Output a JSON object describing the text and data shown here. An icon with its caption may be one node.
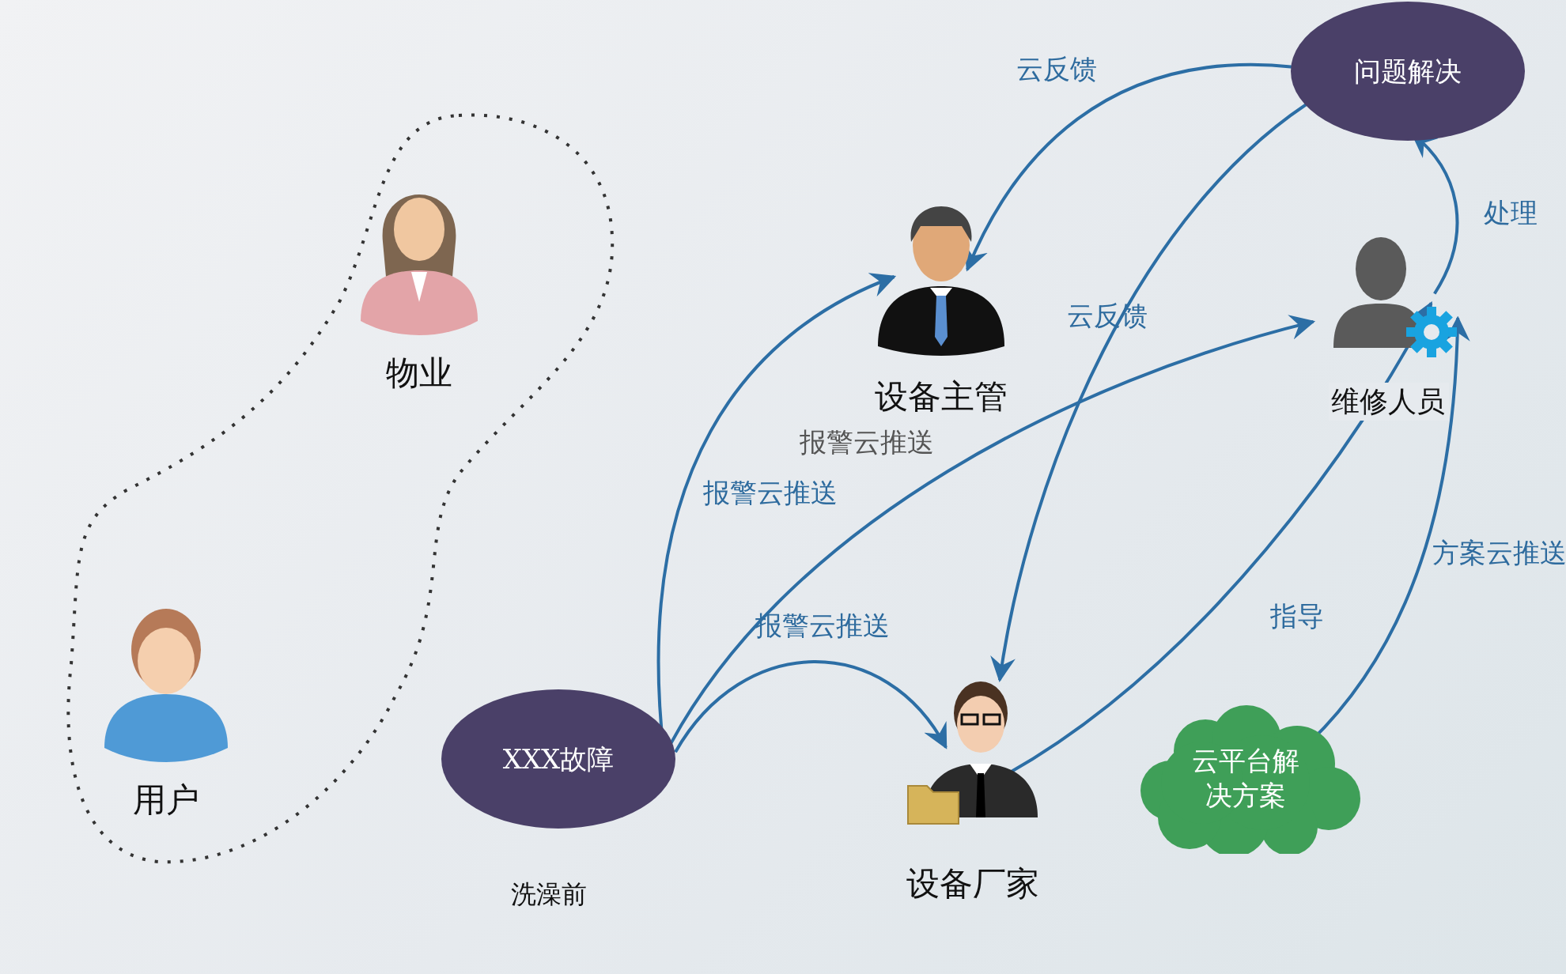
{
  "diagram": {
    "nodes": [
      {
        "text": [
          "问题解决"
        ]
      },
      {
        "text": [
          "设备主管"
        ]
      },
      {
        "text": [
          "维修人员"
        ]
      },
      {
        "text": [
          "物业"
        ]
      },
      {
        "text": [
          "用户"
        ]
      },
      {
        "text": [
          "XXX故障"
        ],
        "beside": [
          "洗澡前"
        ]
      },
      {
        "text": [
          "设备厂家"
        ]
      },
      {
        "text": [
          "云平台解决方案"
        ]
      }
    ],
    "edges": [
      {
        "from": 0,
        "to": 1,
        "arrow": "to",
        "label": "云反馈"
      },
      {
        "from": 0,
        "to": 6,
        "arrow": "to",
        "label": "云反馈"
      },
      {
        "from": 5,
        "to": 1,
        "arrow": "to",
        "label": "报警云推送"
      },
      {
        "from": 5,
        "to": 2,
        "arrow": "to",
        "label": "报警云推送"
      },
      {
        "from": 5,
        "to": 6,
        "arrow": "to",
        "label": "报警云推送"
      },
      {
        "from": 6,
        "to": 2,
        "arrow": "to",
        "label": "指导"
      },
      {
        "from": 7,
        "to": 2,
        "arrow": "to",
        "label": "方案云推送"
      },
      {
        "from": 2,
        "to": 0,
        "arrow": "to",
        "label": "处理"
      }
    ]
  }
}
